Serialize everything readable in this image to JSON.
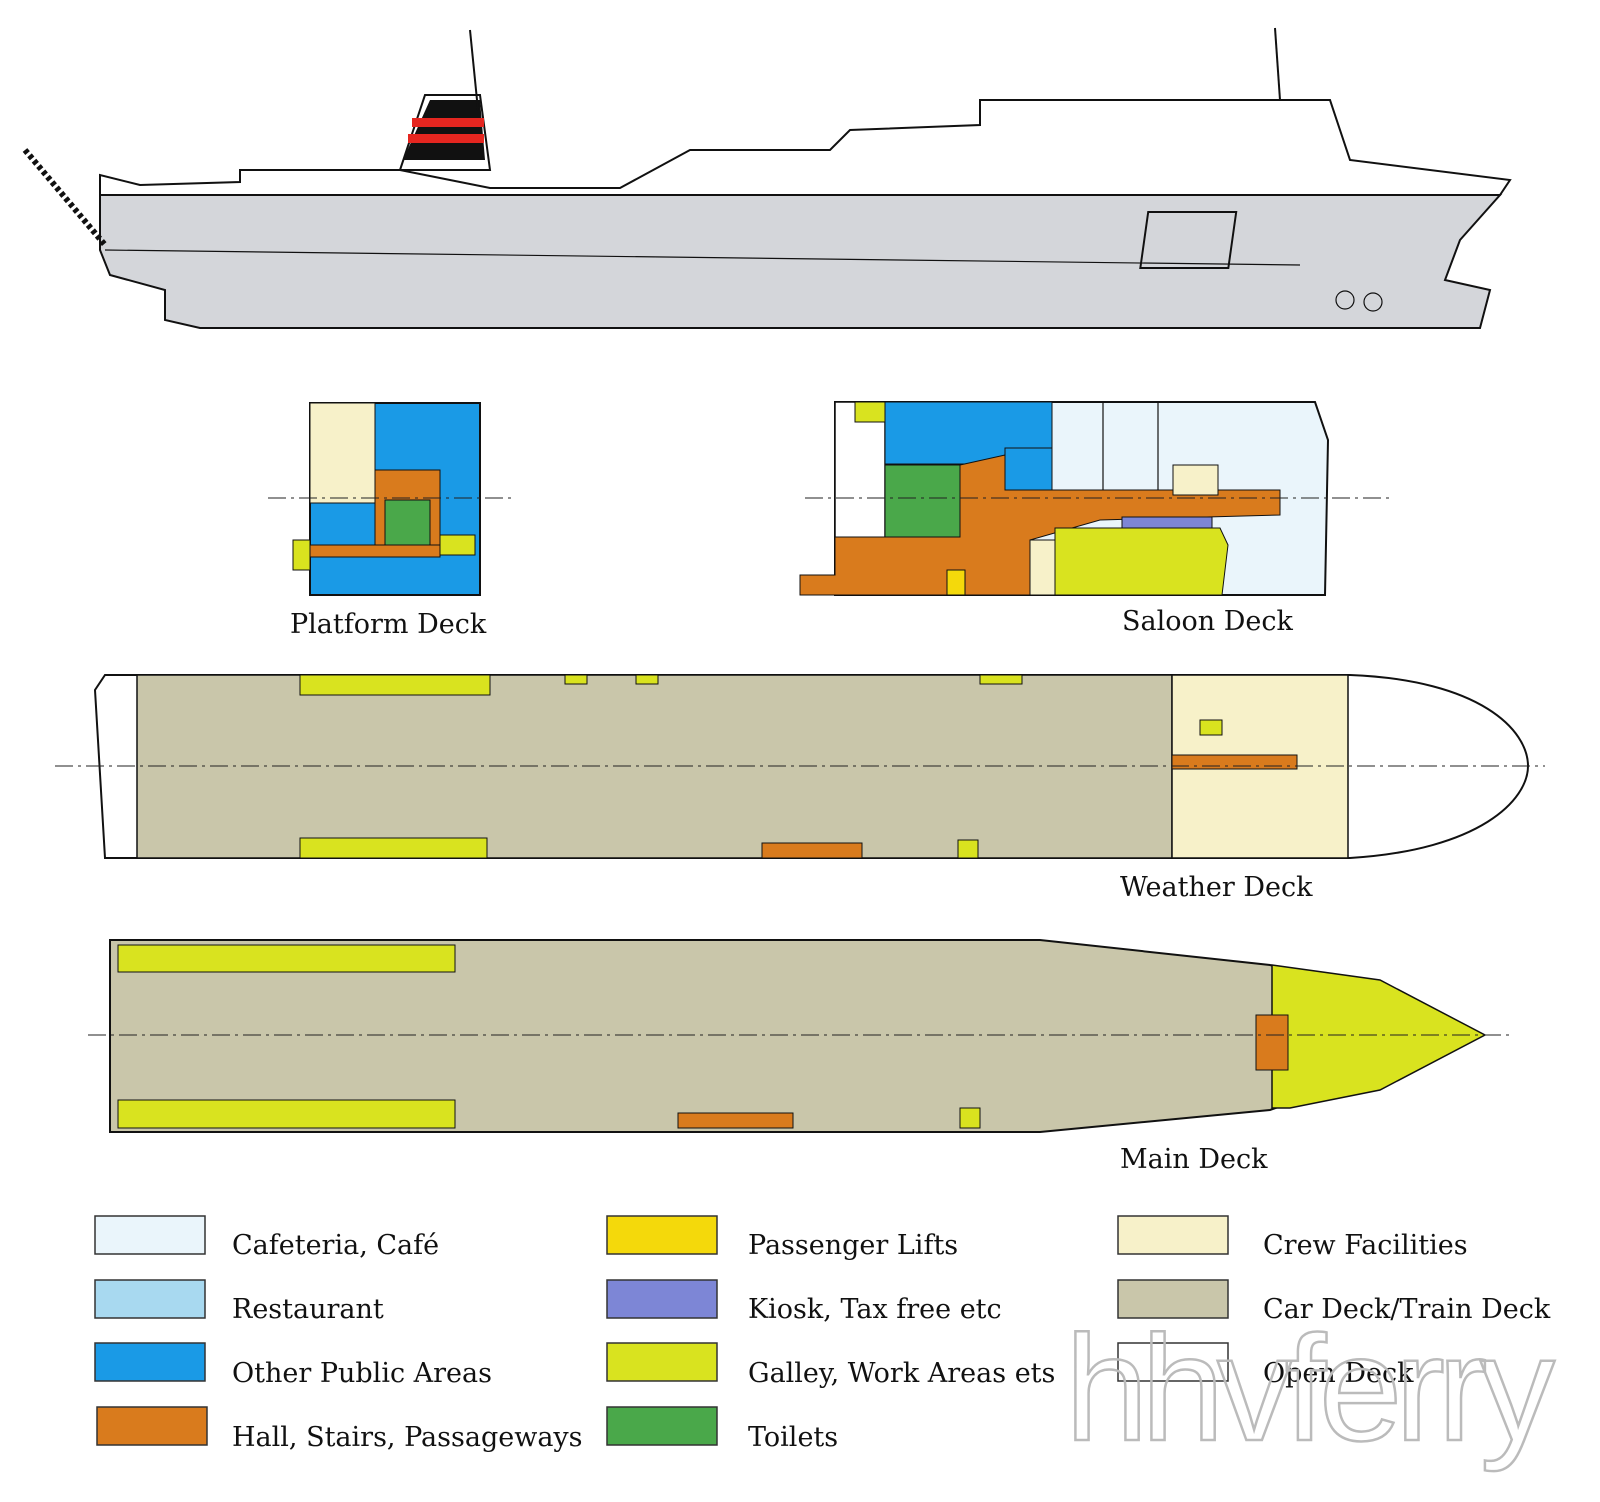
{
  "decks": {
    "platform": "Platform Deck",
    "saloon": "Saloon Deck",
    "weather": "Weather Deck",
    "main": "Main Deck"
  },
  "legend": [
    {
      "label": "Cafeteria, Café",
      "color": "#eaf5fb"
    },
    {
      "label": "Restaurant",
      "color": "#a8d9f0"
    },
    {
      "label": "Other Public Areas",
      "color": "#1a9ae6"
    },
    {
      "label": "Hall, Stairs, Passageways",
      "color": "#d97b1d"
    },
    {
      "label": "Passenger Lifts",
      "color": "#f4d90b"
    },
    {
      "label": "Kiosk, Tax free etc",
      "color": "#7d86d6"
    },
    {
      "label": "Galley, Work Areas ets",
      "color": "#d9e31f"
    },
    {
      "label": "Toilets",
      "color": "#4aa84a"
    },
    {
      "label": "Crew Facilities",
      "color": "#f7f1c9"
    },
    {
      "label": "Car Deck/Train Deck",
      "color": "#c9c6aa"
    },
    {
      "label": "Open Deck",
      "color": "#ffffff"
    }
  ],
  "watermark": "hhvferry"
}
